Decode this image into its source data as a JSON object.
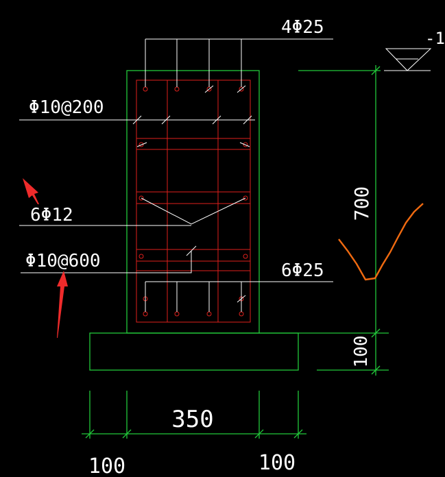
{
  "drawing": {
    "colors": {
      "background": "#000000",
      "outline": "#22c93a",
      "rebar": "#e0201c",
      "leader": "#ffffff",
      "mark": "#f06a10",
      "arrow": "#ef2b2b"
    },
    "labels": {
      "top_bars": "4Φ25",
      "stirrup": "Φ10@200",
      "side_bars": "6Φ12",
      "tie": "Φ10@600",
      "bottom_bars": "6Φ25",
      "level": "-1"
    },
    "dimensions": {
      "height": "700",
      "bed": "100",
      "width": "350",
      "left_ext": "100",
      "right_ext": "100"
    }
  }
}
